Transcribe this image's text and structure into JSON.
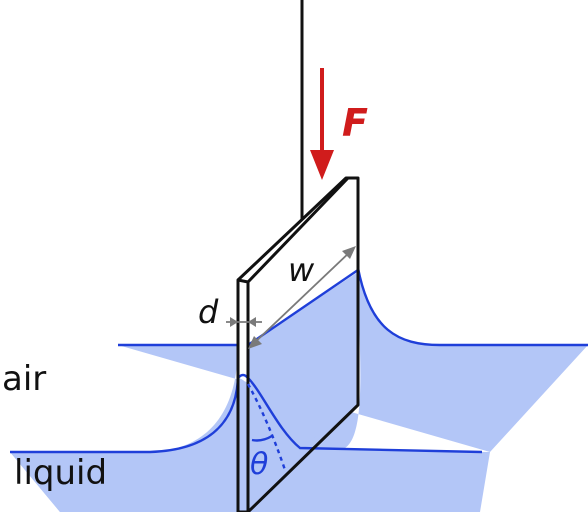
{
  "labels": {
    "air": "air",
    "liquid": "liquid",
    "width": "w",
    "thickness": "d",
    "force": "F",
    "contact_angle": "θ"
  },
  "colors": {
    "liquid_fill": "#b3c6f7",
    "meniscus_line": "#1f3fd9",
    "force_arrow": "#d01c1c",
    "plate_outline": "#111111",
    "dimension_arrow": "#7a7a7a",
    "air_label": "#111111",
    "liquid_label": "#111111",
    "width_label": "#111111",
    "thickness_label": "#111111",
    "theta_label": "#1f3fd9"
  }
}
